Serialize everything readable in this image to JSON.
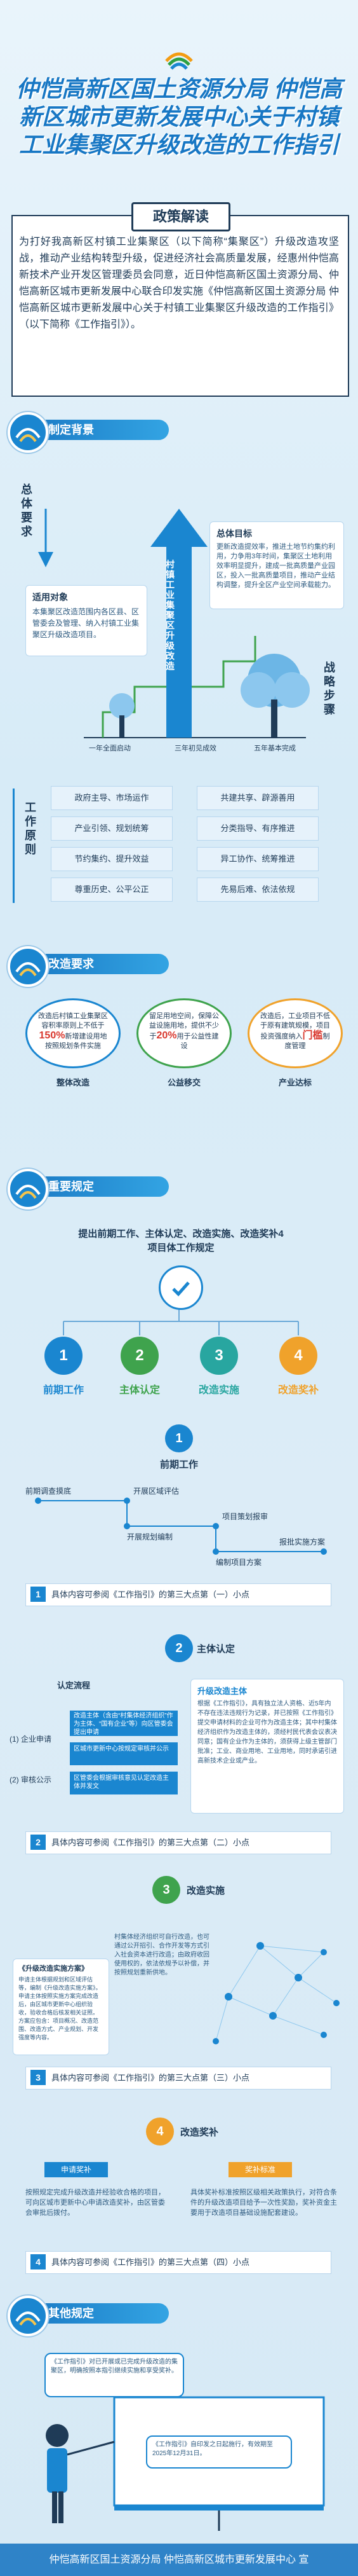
{
  "header": {
    "title": "仲恺高新区国土资源分局 仲恺高新区城市更新发展中心关于村镇工业集聚区升级改造的工作指引",
    "policy_tag": "政策解读",
    "intro": "为打好我高新区村镇工业集聚区（以下简称“集聚区”）升级改造攻坚战，推动产业结构转型升级，促进经济社会高质量发展，经惠州仲恺高新技术产业开发区管理委员会同意，近日仲恺高新区国土资源分局、仲恺高新区城市更新发展中心联合印发实施《仲恺高新区国土资源分局 仲恺高新区城市更新发展中心关于村镇工业集聚区升级改造的工作指引》（以下简称《工作指引》）。"
  },
  "section1": {
    "title": "制定背景",
    "overall_label": "总体要求",
    "strategy_label": "战略步骤",
    "base_label": "工作原则",
    "target_left_title": "适用对象",
    "target_left_text": "本集聚区改造范围内各区县、区管委会及管理、纳入村镇工业集聚区升级改造项目。",
    "target_right_title": "总体目标",
    "target_right_text": "更新改造提效率，推进土地节约集约利用，力争用3年时间，集聚区土地利用效率明显提升，建成一批高质量产业园区，投入一批高质量项目，推动产业结构调整，提升全区产业空间承载能力。",
    "trunk_text": "村镇工业集聚区升级改造",
    "timeline": [
      "一年全面启动",
      "三年初见成效",
      "五年基本完成"
    ],
    "principles": [
      "政府主导、市场运作",
      "产业引领、规划统筹",
      "节约集约、提升效益",
      "尊重历史、公平公正",
      "共建共享、辟源善用",
      "分类指导、有序推进",
      "异工协作、统筹推进",
      "先易后难、依法依规"
    ]
  },
  "section2": {
    "title": "改造要求",
    "items": [
      {
        "text": "改造后村镇工业集聚区容积率原则上不低于",
        "highlight": "150%",
        "text2": "新增建设用地按照规划条件实施",
        "label": "整体改造"
      },
      {
        "text": "留足用地空间，保障公益设施用地，提供不少于",
        "highlight": "20%",
        "text2": "用于公益性建设",
        "label": "公益移交"
      },
      {
        "text": "改造后，工业项目不低于原有建筑规模，项目投资强度纳入",
        "highlight": "门槛",
        "text2": "制度管理",
        "label": "产业达标"
      }
    ]
  },
  "section3": {
    "title": "重要规定",
    "heading": "提出前期工作、主体认定、改造实施、改造奖补4项目体工作规定",
    "steps": [
      "前期工作",
      "主体认定",
      "改造实施",
      "改造奖补"
    ],
    "step_nums": [
      "1",
      "2",
      "3",
      "4"
    ],
    "sub1": {
      "title": "前期工作",
      "nodes": [
        "前期调查摸底",
        "开展区域评估",
        "开展规划编制",
        "项目策划报审",
        "编制项目方案",
        "报批实施方案"
      ],
      "note": "具体内容可参阅《工作指引》的第三大点第（一）小点",
      "num": "1"
    },
    "sub2": {
      "title": "主体认定",
      "flow_title": "认定流程",
      "left_labels": [
        "(1) 企业申请",
        "(2) 审核公示"
      ],
      "flow_steps": [
        "改造主体（含由“村集体经济组织”作为主体、“国有企业”等）向区管委会提出申请",
        "区城市更新中心按规定审核并公示",
        "区管委会根据审核意见认定改造主体并发文"
      ],
      "right_title": "升级改造主体",
      "right_text": "根据《工作指引》，具有独立法人资格、近5年内不存在违法违规行为记录，并已按照《工作指引》提交申请材料的企业可作为改造主体；其中村集体经济组织作为改造主体的，须经村民代表会议表决同意；国有企业作为主体的，须获得上级主管部门批准；工业、商业用地、工业用地，同时承诺引进高新技术企业或产业。",
      "note": "具体内容可参阅《工作指引》的第三大点第（二）小点",
      "num": "2"
    },
    "sub3": {
      "title": "改造实施",
      "left_title": "《升级改造实施方案》",
      "left_text": "申请主体根据规划和区域评估等，编制《升级改造实施方案》。申请主体按照实施方案完成改造后，由区城市更新中心组织验收，验收合格后核发相关证照。方案应包含：项目概况、改造范围、改造方式、产业规划、开发强度等内容。",
      "mid_text": "村集体经济组织可自行改造，也可通过公开招引、合作开发等方式引入社会资本进行改造；由政府收回使用权的，依法依规予以补偿，并按照规划重新供地。",
      "note": "具体内容可参阅《工作指引》的第三大点第（三）小点",
      "num": "3"
    },
    "sub4": {
      "title": "改造奖补",
      "left_tag": "申请奖补",
      "right_tag": "奖补标准",
      "left_text": "按照规定完成升级改造并经验收合格的项目，可向区城市更新中心申请改造奖补，由区管委会审批后拨付。",
      "right_text": "具体奖补标准按照区级相关政策执行，对符合条件的升级改造项目给予一次性奖励，奖补资金主要用于改造项目基础设施配套建设。",
      "note": "具体内容可参阅《工作指引》的第三大点第（四）小点",
      "num": "4"
    }
  },
  "section4": {
    "title": "其他规定",
    "bubble1": "《工作指引》对已开展或已完成升级改造的集聚区，明确按照本指引继续实施和享受奖补。",
    "bubble2": "《工作指引》自印发之日起施行，有效期至2025年12月31日。"
  },
  "footer": {
    "text": "仲恺高新区国土资源分局 仲恺高新区城市更新发展中心 宣"
  },
  "colors": {
    "primary": "#1a86d0",
    "dark": "#1f3b57",
    "green": "#3fa34d",
    "orange": "#f0a22b",
    "red": "#d9382e",
    "teal": "#28a6a0"
  }
}
